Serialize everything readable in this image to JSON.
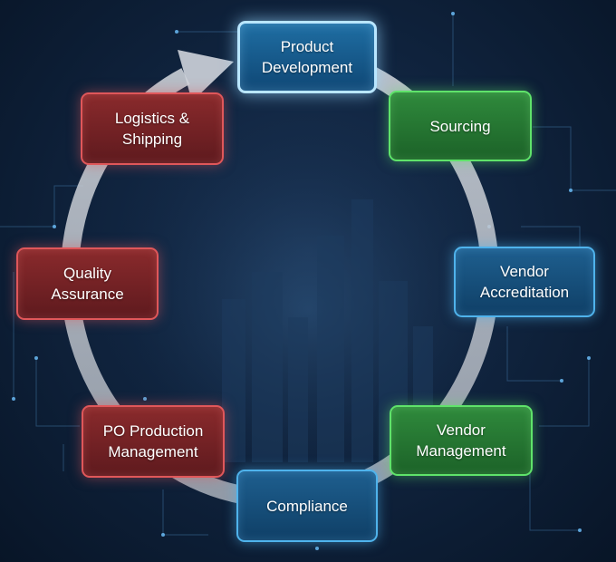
{
  "stages": [
    {
      "id": "product-development",
      "label": "Product\nDevelopment",
      "color": "#4fb3ec"
    },
    {
      "id": "sourcing",
      "label": "Sourcing",
      "color": "#5fe36a"
    },
    {
      "id": "vendor-accreditation",
      "label": "Vendor\nAccreditation",
      "color": "#4fb3ec"
    },
    {
      "id": "vendor-management",
      "label": "Vendor\nManagement",
      "color": "#5fe36a"
    },
    {
      "id": "compliance",
      "label": "Compliance",
      "color": "#4fb3ec"
    },
    {
      "id": "po-production-management",
      "label": "PO Production\nManagement",
      "color": "#e0575a"
    },
    {
      "id": "quality-assurance",
      "label": "Quality\nAssurance",
      "color": "#e0575a"
    },
    {
      "id": "logistics-shipping",
      "label": "Logistics &\nShipping",
      "color": "#e0575a"
    }
  ],
  "cycle_arrow_color": "#c9ced6"
}
